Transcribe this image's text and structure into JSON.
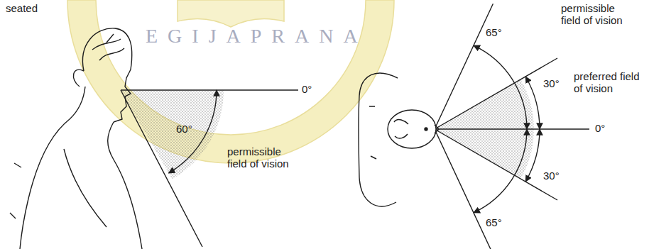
{
  "diagram": {
    "labels": [
      "seated",
      "0°",
      "60°",
      "permissible field of vision",
      "permissible field of vision",
      "preferred field of vision",
      "65°",
      "30°",
      "0°",
      "30°",
      "65°",
      "EGIJAPRANA"
    ]
  }
}
